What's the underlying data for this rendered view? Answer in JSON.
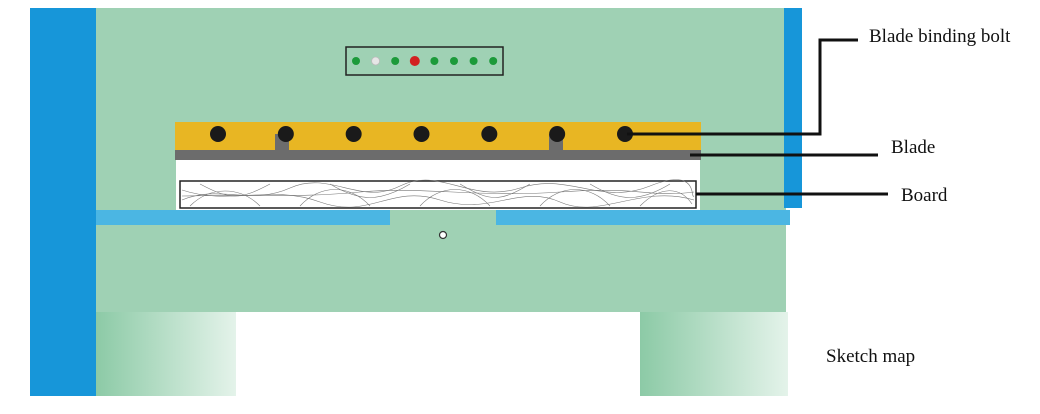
{
  "labels": {
    "bolt": "Blade binding bolt",
    "blade": "Blade",
    "board": "Board",
    "caption": "Sketch map"
  },
  "colors": {
    "machine_body": "#9fd1b4",
    "side_post": "#1796d9",
    "table_strip": "#4bb6e3",
    "blade_holder": "#e8b623",
    "blade": "#6c6c6c",
    "bolt": "#1a1a1a",
    "indicator_green": "#1c9a3a",
    "indicator_red": "#d22020",
    "indicator_off": "#e6e6e6",
    "leader_line": "#111111"
  },
  "indicator_panel": {
    "lights": [
      "green",
      "off",
      "green",
      "red",
      "green",
      "green",
      "green",
      "green"
    ]
  },
  "blade_holder": {
    "bolt_count": 7
  }
}
